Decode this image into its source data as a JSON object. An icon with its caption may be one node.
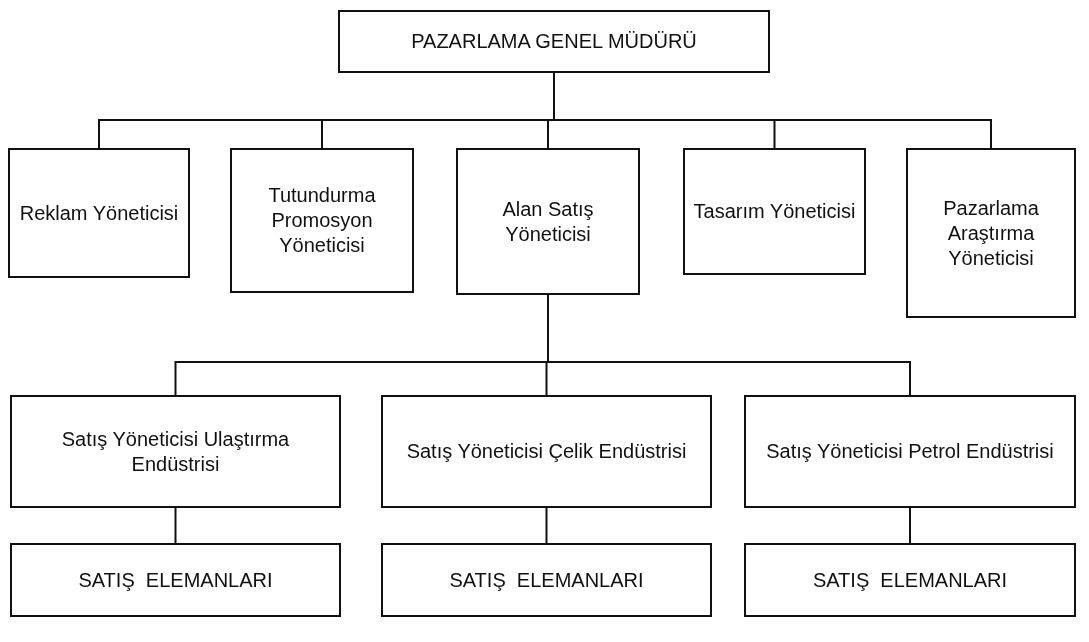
{
  "diagram": {
    "nodes": [
      {
        "text": [
          "PAZARLAMA GENEL MÜDÜRÜ"
        ]
      },
      {
        "text": [
          "Reklam Yöneticisi"
        ]
      },
      {
        "text": [
          "Tutundurma Promosyon Yöneticisi"
        ]
      },
      {
        "text": [
          "Alan Satış Yöneticisi"
        ]
      },
      {
        "text": [
          "Tasarım Yöneticisi"
        ]
      },
      {
        "text": [
          "Pazarlama Araştırma Yöneticisi"
        ]
      },
      {
        "text": [
          "Satış Yöneticisi Ulaştırma Endüstrisi"
        ]
      },
      {
        "text": [
          "Satış Yöneticisi Çelik Endüstrisi"
        ]
      },
      {
        "text": [
          "Satış Yöneticisi Petrol Endüstrisi"
        ]
      },
      {
        "text": [
          "SATIŞ  ELEMANLARI"
        ]
      },
      {
        "text": [
          "SATIŞ  ELEMANLARI"
        ]
      },
      {
        "text": [
          "SATIŞ  ELEMANLARI"
        ]
      }
    ],
    "edges": [
      {
        "from": 0,
        "to": 1,
        "arrow": "none"
      },
      {
        "from": 0,
        "to": 2,
        "arrow": "none"
      },
      {
        "from": 0,
        "to": 3,
        "arrow": "none"
      },
      {
        "from": 0,
        "to": 4,
        "arrow": "none"
      },
      {
        "from": 0,
        "to": 5,
        "arrow": "none"
      },
      {
        "from": 3,
        "to": 6,
        "arrow": "none"
      },
      {
        "from": 3,
        "to": 7,
        "arrow": "none"
      },
      {
        "from": 3,
        "to": 8,
        "arrow": "none"
      },
      {
        "from": 6,
        "to": 9,
        "arrow": "none"
      },
      {
        "from": 7,
        "to": 10,
        "arrow": "none"
      },
      {
        "from": 8,
        "to": 11,
        "arrow": "none"
      }
    ]
  }
}
